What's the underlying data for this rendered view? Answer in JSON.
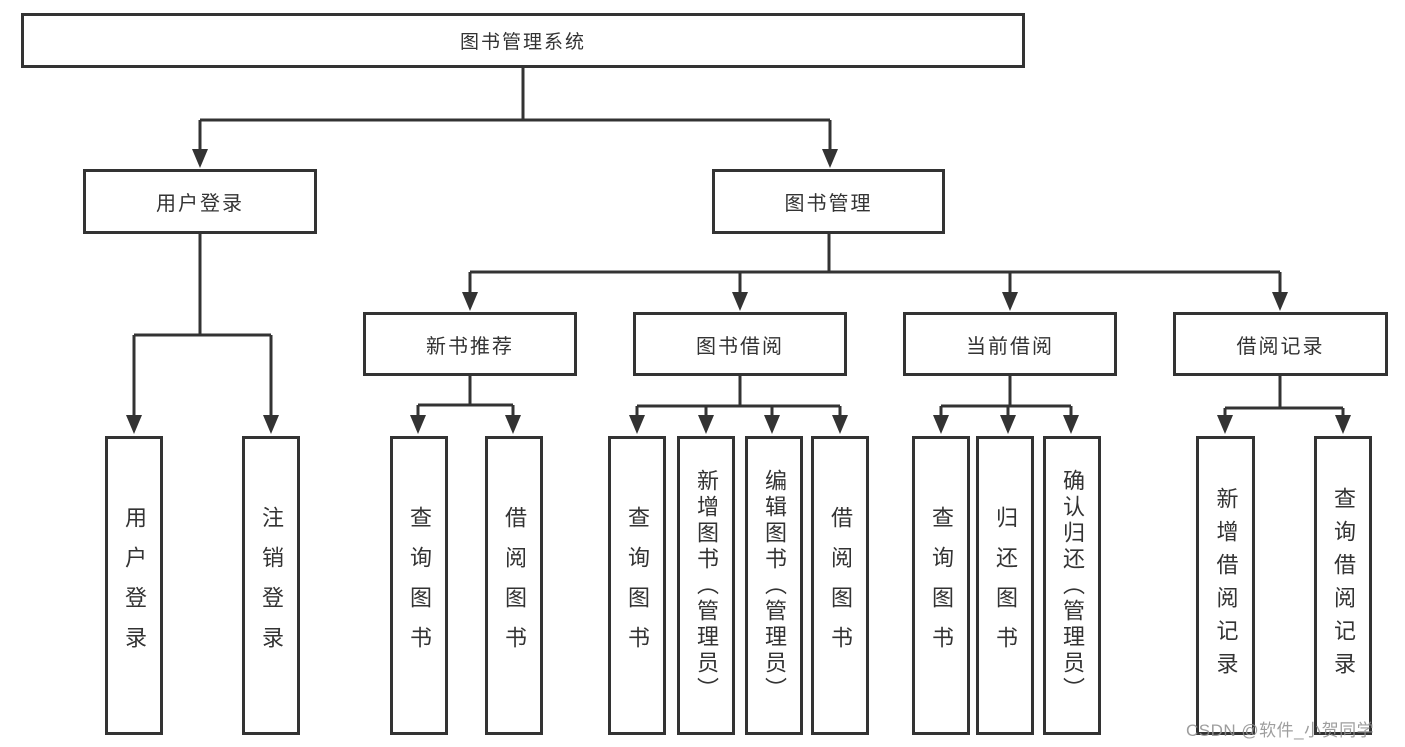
{
  "colors": {
    "line": "#333333",
    "text": "#333333",
    "background": "#ffffff",
    "watermark_text": "#919191"
  },
  "tree": {
    "root": {
      "label": "图书管理系统",
      "children": [
        {
          "label": "用户登录",
          "children": [
            {
              "label": "用户登录"
            },
            {
              "label": "注销登录"
            }
          ]
        },
        {
          "label": "图书管理",
          "children": [
            {
              "label": "新书推荐",
              "children": [
                {
                  "label": "查询图书"
                },
                {
                  "label": "借阅图书"
                }
              ]
            },
            {
              "label": "图书借阅",
              "children": [
                {
                  "label": "查询图书"
                },
                {
                  "label": "新增图书（管理员）"
                },
                {
                  "label": "编辑图书（管理员）"
                },
                {
                  "label": "借阅图书"
                }
              ]
            },
            {
              "label": "当前借阅",
              "children": [
                {
                  "label": "查询图书"
                },
                {
                  "label": "归还图书"
                },
                {
                  "label": "确认归还（管理员）"
                }
              ]
            },
            {
              "label": "借阅记录",
              "children": [
                {
                  "label": "新增借阅记录"
                },
                {
                  "label": "查询借阅记录"
                }
              ]
            }
          ]
        }
      ]
    }
  },
  "watermark": {
    "text": "CSDN @软件_小贺同学"
  }
}
